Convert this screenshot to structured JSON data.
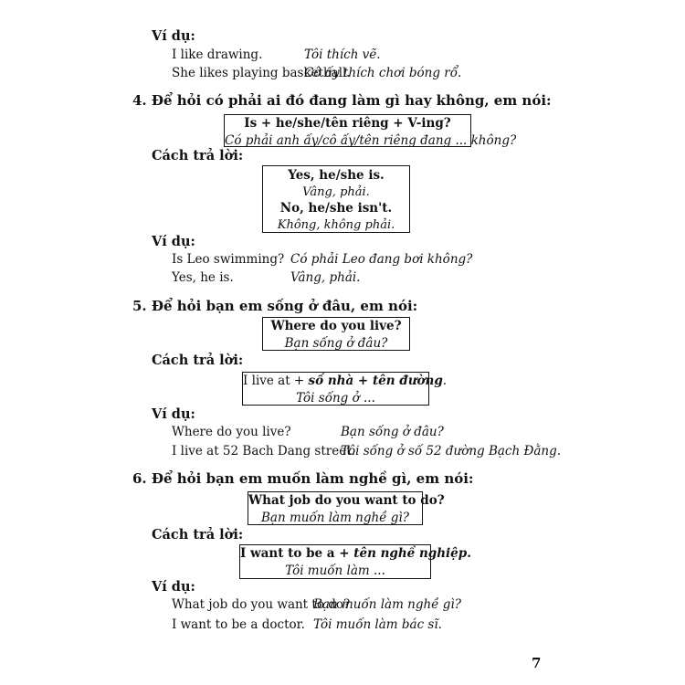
{
  "sections": [
    {
      "example_label": "Ví dụ:",
      "examples": [
        {
          "en": "I like drawing.",
          "vi": "Tôi thích vẽ."
        },
        {
          "en": "She likes playing basketball.",
          "vi": "Cô ấy thích chơi bóng rổ."
        }
      ]
    },
    {
      "heading": "4. Để hỏi có phải ai đó đang làm gì hay không, em nói:",
      "question_box": {
        "pattern": "Is + he/she/tên riêng + V-ing?",
        "translation": "Có phải anh ấy/cô ấy/tên riêng đang ... không?"
      },
      "answer_label": "Cách trả lời:",
      "answer_box": {
        "yes": "Yes, he/she is.",
        "yes_vi": "Vâng, phải.",
        "no": "No, he/she isn't.",
        "no_vi": "Không, không phải."
      },
      "example_label": "Ví dụ:",
      "examples": [
        {
          "en": "Is Leo swimming?",
          "vi": "Có phải Leo đang bơi không?"
        },
        {
          "en": "Yes, he is.",
          "vi": "Vâng, phải."
        }
      ]
    },
    {
      "heading": "5. Để hỏi bạn em sống ở đâu, em nói:",
      "question_box": {
        "pattern": "Where do you live?",
        "translation": "Bạn sống ở đâu?"
      },
      "answer_label": "Cách trả lời:",
      "answer_box": {
        "pattern_prefix": "I live at + ",
        "pattern_slot": "số nhà + tên đường",
        "pattern_suffix": ".",
        "translation": "Tôi sống ở ..."
      },
      "example_label": "Ví dụ:",
      "examples": [
        {
          "en": "Where do you live?",
          "vi": "Bạn sống ở đâu?"
        },
        {
          "en": "I live at 52 Bach Dang street.",
          "vi": "Tôi sống ở số 52 đường Bạch Đằng."
        }
      ]
    },
    {
      "heading": "6. Để hỏi bạn em muốn làm nghề gì, em nói:",
      "question_box": {
        "pattern": "What job do you want to do?",
        "translation": "Bạn muốn làm nghề gì?"
      },
      "answer_label": "Cách trả lời:",
      "answer_box": {
        "pattern_prefix": "I want to be a + ",
        "pattern_slot": "tên nghề nghiệp",
        "pattern_suffix": ".",
        "translation": "Tôi muốn làm ..."
      },
      "example_label": "Ví dụ:",
      "examples": [
        {
          "en": "What job do you want to do?",
          "vi": "Bạn muốn làm nghề gì?"
        },
        {
          "en": "I want to be a doctor.",
          "vi": "Tôi muốn làm bác sĩ."
        }
      ]
    }
  ],
  "page_number": "7"
}
